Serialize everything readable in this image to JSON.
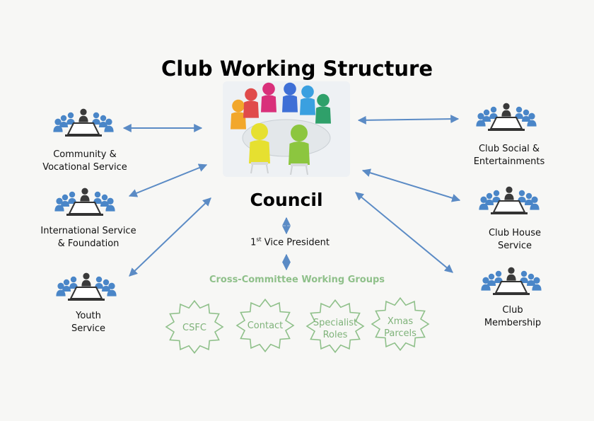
{
  "title": "Club Working Structure",
  "council": "Council",
  "vice_president": {
    "prefix": "1",
    "superscript": "st",
    "text": "Vice President"
  },
  "cross_committee": "Cross-Committee Working Groups",
  "committees_left": [
    {
      "line1": "Community &",
      "line2": "Vocational Service",
      "icon": "meeting-table-icon"
    },
    {
      "line1": "International Service",
      "line2": "& Foundation",
      "icon": "meeting-table-icon"
    },
    {
      "line1": "Youth",
      "line2": "Service",
      "icon": "meeting-table-icon"
    }
  ],
  "committees_right": [
    {
      "line1": "Club Social &",
      "line2": "Entertainments",
      "icon": "meeting-table-icon"
    },
    {
      "line1": "Club House",
      "line2": "Service",
      "icon": "meeting-table-icon"
    },
    {
      "line1": "Club",
      "line2": "Membership",
      "icon": "meeting-table-icon"
    }
  ],
  "working_groups": [
    {
      "line1": "CSFC",
      "line2": ""
    },
    {
      "line1": "Contact",
      "line2": ""
    },
    {
      "line1": "Specialist",
      "line2": "Roles"
    },
    {
      "line1": "Xmas",
      "line2": "Parcels"
    }
  ],
  "colors": {
    "arrow": "#5b8bc5",
    "person_blue": "#4a86c8",
    "person_dark": "#3a3a3a",
    "star": "#8fc08a",
    "council_people": [
      "#f2a72b",
      "#e04b4b",
      "#d9307b",
      "#3e6fd6",
      "#3aa0e0",
      "#2fa06a",
      "#8cc63f",
      "#e6e030"
    ]
  }
}
